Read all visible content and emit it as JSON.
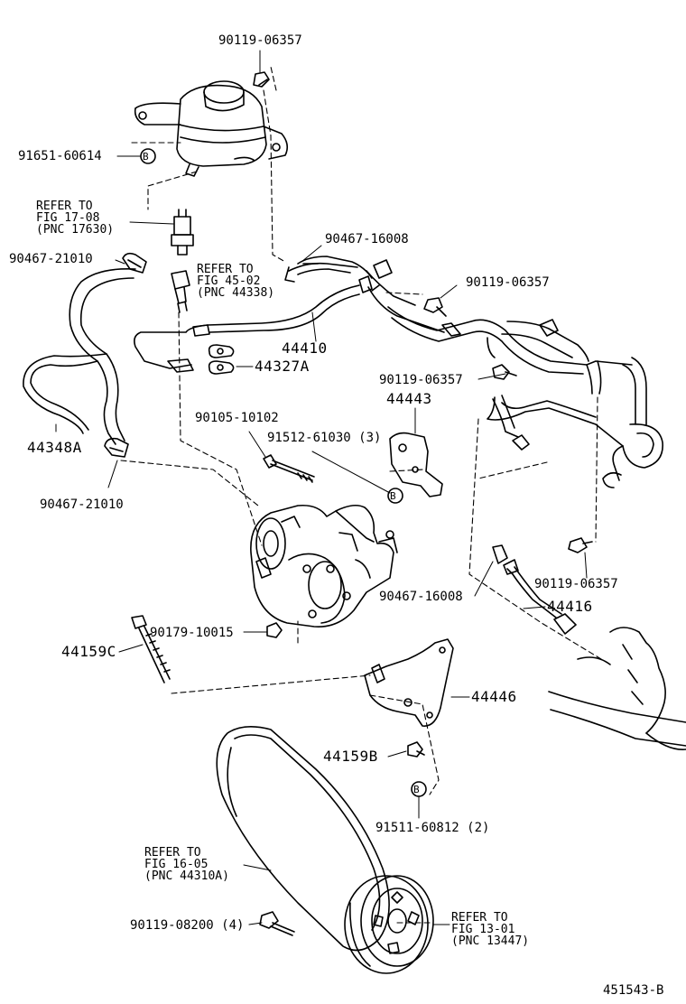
{
  "diagram": {
    "id": "451543-B",
    "labels": {
      "p90119_06357_top": "90119-06357",
      "p91651_60614": "91651-60614",
      "p90467_16008_a": "90467-16008",
      "p90467_21010_a": "90467-21010",
      "p90119_06357_b": "90119-06357",
      "p44410": "44410",
      "p44327a": "44327A",
      "p90119_06357_c": "90119-06357",
      "p44443": "44443",
      "p90105_10102": "90105-10102",
      "p91512_61030": "91512-61030 (3)",
      "p44348a": "44348A",
      "p90467_21010_b": "90467-21010",
      "p90119_06357_d": "90119-06357",
      "p90467_16008_b": "90467-16008",
      "p44416": "44416",
      "p90179_10015": "90179-10015",
      "p44159c": "44159C",
      "p44446": "44446",
      "p44159b": "44159B",
      "p91511_60812": "91511-60812 (2)",
      "p90119_08200": "90119-08200 (4)"
    },
    "refs": {
      "r1": [
        "REFER TO",
        "FIG 17-08",
        "(PNC 17630)"
      ],
      "r2": [
        "REFER TO",
        "FIG 45-02",
        "(PNC 44338)"
      ],
      "r3": [
        "REFER TO",
        "FIG 16-05",
        "(PNC 44310A)"
      ],
      "r4": [
        "REFER TO",
        "FIG 13-01",
        "(PNC 13447)"
      ]
    },
    "marker": "B"
  }
}
